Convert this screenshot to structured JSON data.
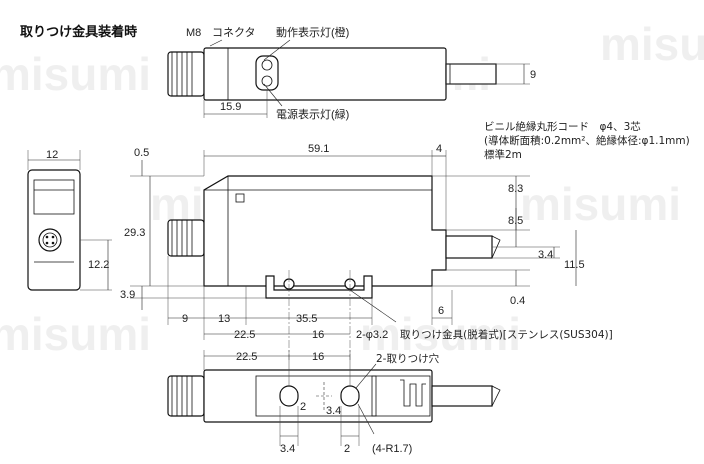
{
  "title": "取りつけ金具装着時",
  "labels": {
    "m8": "M8",
    "connector": "コネクタ",
    "op_indicator": "動作表示灯(橙)",
    "power_indicator": "電源表示灯(緑)",
    "cable_line1": "ビニル絶縁丸形コード　φ4、3芯",
    "cable_line2": "(導体断面積:0.2mm²、絶縁体径:φ1.1mm)",
    "cable_line3": "標準2m",
    "bracket": "取りつけ金具(脱着式)[ステンレス(SUS304)]",
    "hole_spec": "2-φ3.2",
    "mount_holes": "2-取りつけ穴",
    "radius": "(4-R1.7)"
  },
  "dimensions": {
    "top_9": "9",
    "top_15_9": "15.9",
    "side_12": "12",
    "side_12_2": "12.2",
    "side_0_5": "0.5",
    "side_29_3": "29.3",
    "side_3_9": "3.9",
    "front_59_1": "59.1",
    "front_4": "4",
    "front_8_3": "8.3",
    "front_8_5": "8.5",
    "front_3_4": "3.4",
    "front_11_5": "11.5",
    "front_0_4": "0.4",
    "front_9": "9",
    "front_13": "13",
    "front_35_5": "35.5",
    "front_6": "6",
    "front_22_5": "22.5",
    "front_16": "16",
    "bottom_22_5": "22.5",
    "bottom_16": "16",
    "bottom_2a": "2",
    "bottom_3_4a": "3.4",
    "bottom_3_4b": "3.4",
    "bottom_2b": "2"
  },
  "watermark": "misumi"
}
